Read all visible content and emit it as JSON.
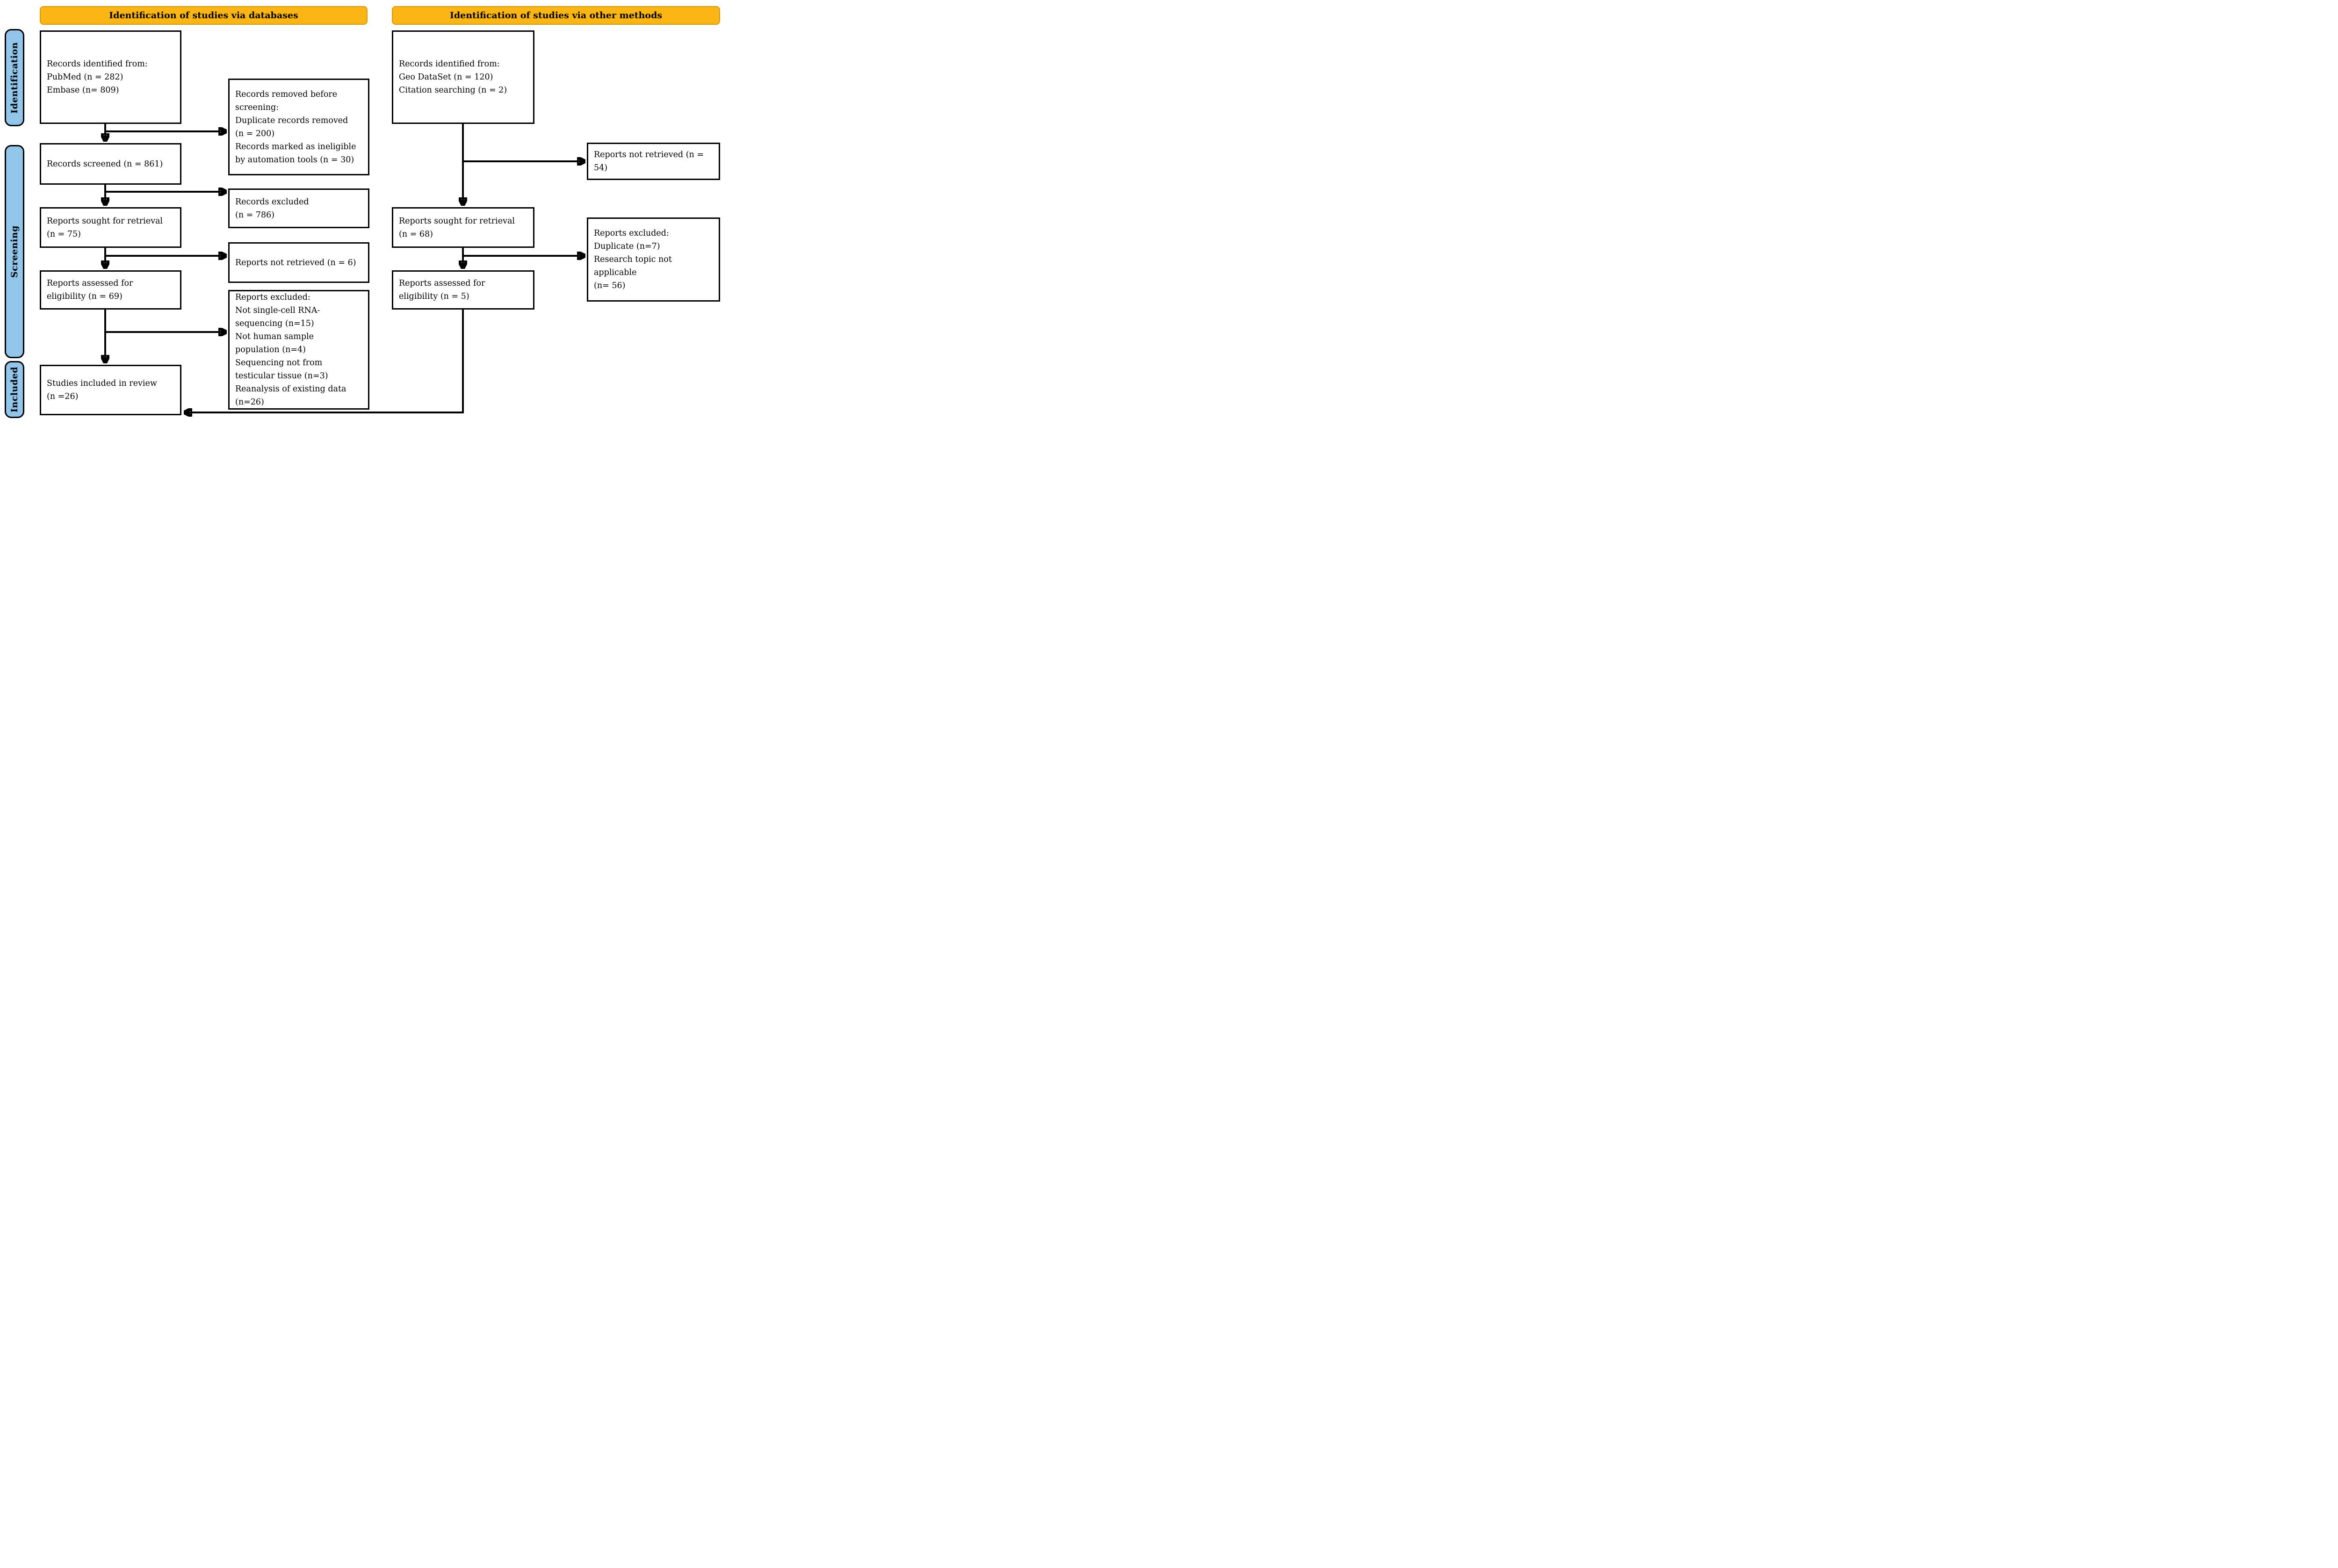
{
  "headers": {
    "databases": "Identification of studies via databases",
    "other_methods": "Identification of studies via other methods"
  },
  "sidebar": {
    "identification": "Identification",
    "screening": "Screening",
    "included": "Included"
  },
  "boxes": {
    "db_identified": "Records identified from:\nPubMed (n = 282)\nEmbase (n= 809)",
    "records_removed": "Records removed before\nscreening:\nDuplicate records removed\n(n = 200)\nRecords marked as ineligible\nby automation tools (n = 30)",
    "records_screened": "Records screened (n = 861)",
    "records_excluded": "Records excluded\n(n = 786)",
    "reports_sought_db": "Reports sought for retrieval\n(n = 75)",
    "reports_not_retrieved_db": "Reports not retrieved (n = 6)",
    "reports_assessed_db": "Reports assessed for\neligibility (n = 69)",
    "reports_excluded_db": "Reports excluded:\nNot single-cell RNA-\nsequencing (n=15)\nNot human sample\npopulation (n=4)\nSequencing not from\ntesticular tissue (n=3)\nReanalysis of existing data\n(n=26)",
    "studies_included": "Studies included in review\n(n =26)",
    "other_identified": "Records identified from:\nGeo DataSet (n = 120)\nCitation searching (n = 2)",
    "reports_not_retrieved_other": "Reports not retrieved (n = 54)",
    "reports_sought_other": "Reports sought for retrieval\n(n = 68)",
    "reports_excluded_other": "Reports excluded:\nDuplicate (n=7)\nResearch topic not applicable\n(n= 56)",
    "reports_assessed_other": "Reports assessed for\neligibility (n = 5)"
  },
  "colors": {
    "header_bg": "#FBB515",
    "header_border": "#D49C0C",
    "sidebar_bg": "#92C5EA",
    "box_border": "#000000",
    "arrow_color": "#000000"
  }
}
